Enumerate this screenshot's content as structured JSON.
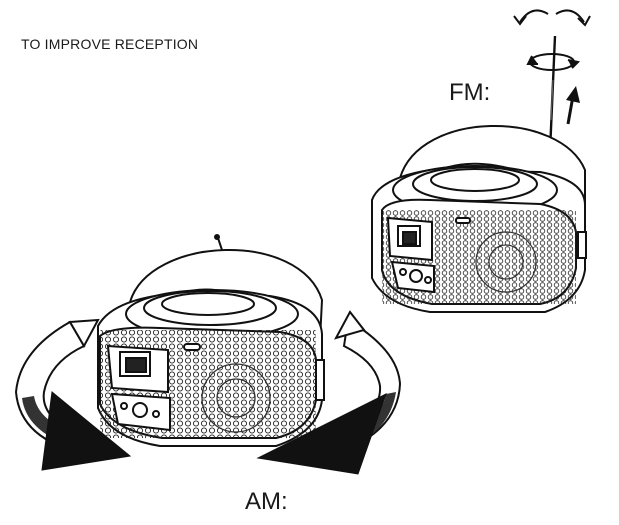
{
  "heading": "TO IMPROVE RECEPTION",
  "labels": {
    "fm": "FM:",
    "am": "AM:"
  },
  "icons": {
    "fm_player": "boombox-cd-player-icon",
    "am_player": "boombox-cd-player-icon",
    "antenna": "telescopic-antenna-icon",
    "rotate_antenna": "rotate-arrows-icon",
    "extend_antenna": "up-arrow-icon",
    "rotate_unit": "rotate-unit-arrows-icon"
  }
}
